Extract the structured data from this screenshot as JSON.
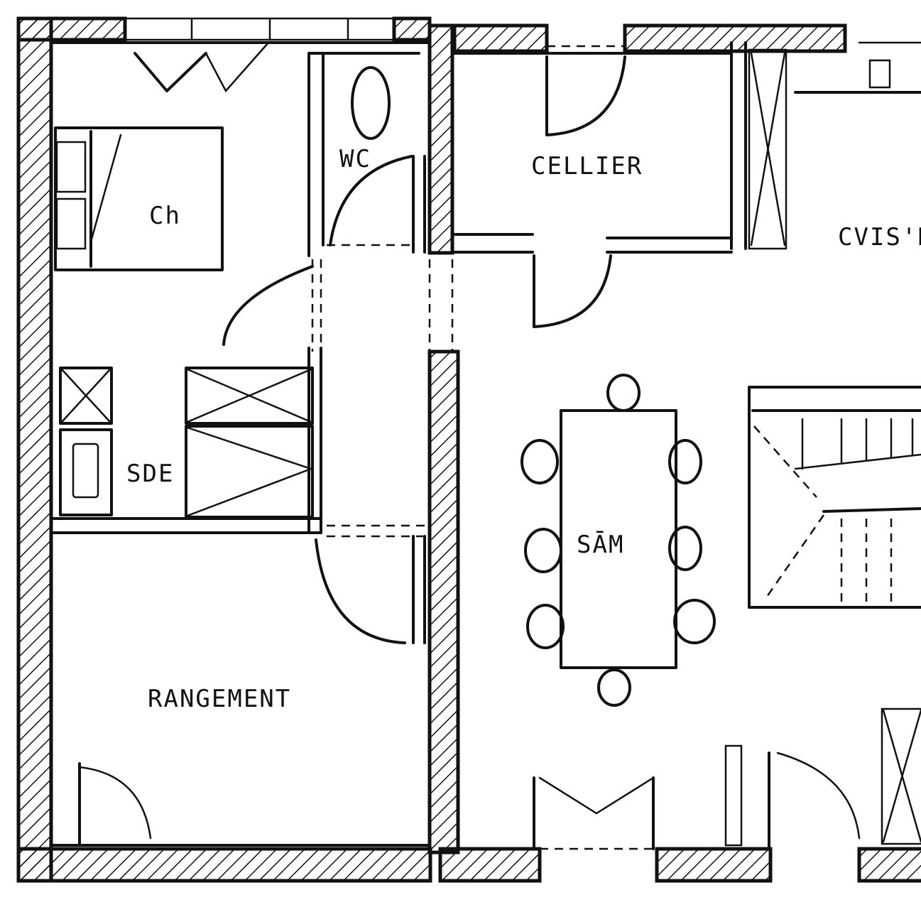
{
  "rooms": {
    "chambre": "Ch",
    "wc": "WC",
    "cellier": "CELLIER",
    "cuisine": "CVIS'N",
    "sde": "SDE",
    "sam": "SĀM",
    "rangement": "RANGEMENT"
  },
  "colors": {
    "ink": "#111111",
    "paper": "#ffffff"
  }
}
